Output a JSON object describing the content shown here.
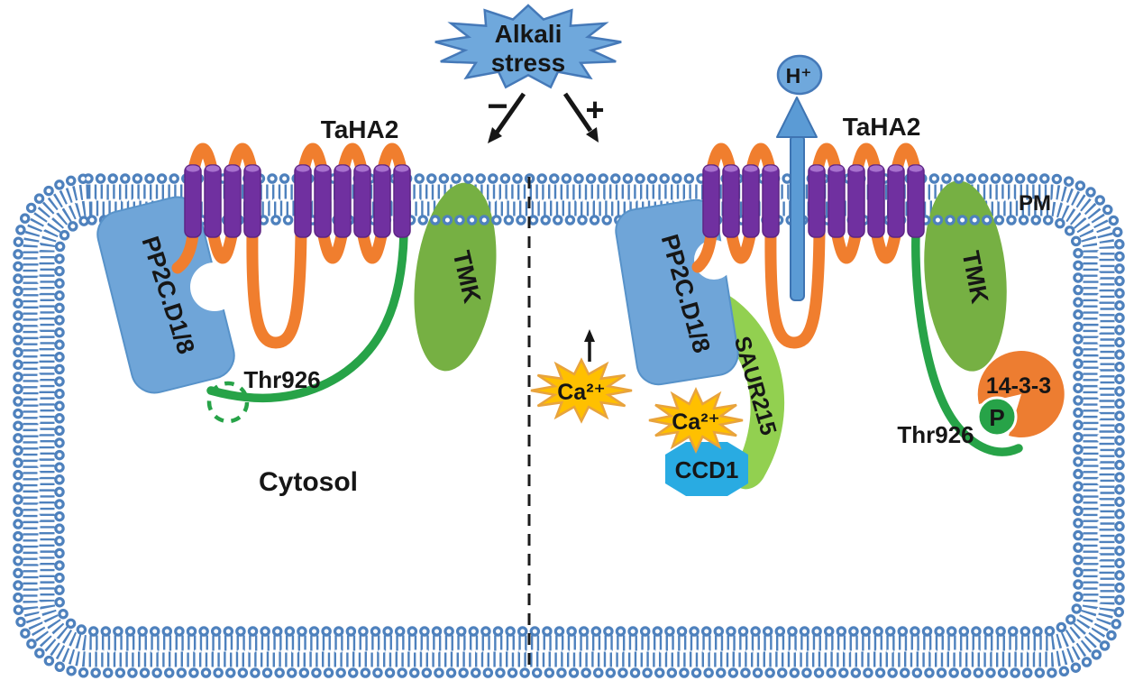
{
  "diagram": {
    "stress_line1": "Alkali",
    "stress_line2": "stress",
    "minus_sign": "−",
    "plus_sign": "+",
    "pump_name": "TaHA2",
    "phosphatase_name": "PP2C.D1/8",
    "kinase_name": "TMK",
    "phospho_site": "Thr926",
    "proton": "H⁺",
    "calcium": "Ca²⁺",
    "saur_name": "SAUR215",
    "ccd1_name": "CCD1",
    "fourteen33_name": "14-3-3",
    "phospho_label": "P",
    "cytosol_label": "Cytosol",
    "membrane_label": "PM"
  },
  "colors": {
    "membrane_blue": "#4E81BD",
    "helix_purple": "#7030A0",
    "helix_purple_light": "#A771CE",
    "loop_orange": "#F07E2E",
    "pp2c_blue": "#6FA5D8",
    "tmk_green": "#76B043",
    "saur_green": "#92D050",
    "ccd1_cyan": "#29ABE2",
    "calcium_gold": "#FFC000",
    "calcium_border": "#E8A33D",
    "stress_blue": "#6FA8DC",
    "stress_border": "#4579B8",
    "tail_green": "#27A348",
    "fourteen33_orange": "#ED7D31",
    "pump_arrow_blue": "#5B9BD5",
    "text_black": "#161616"
  }
}
